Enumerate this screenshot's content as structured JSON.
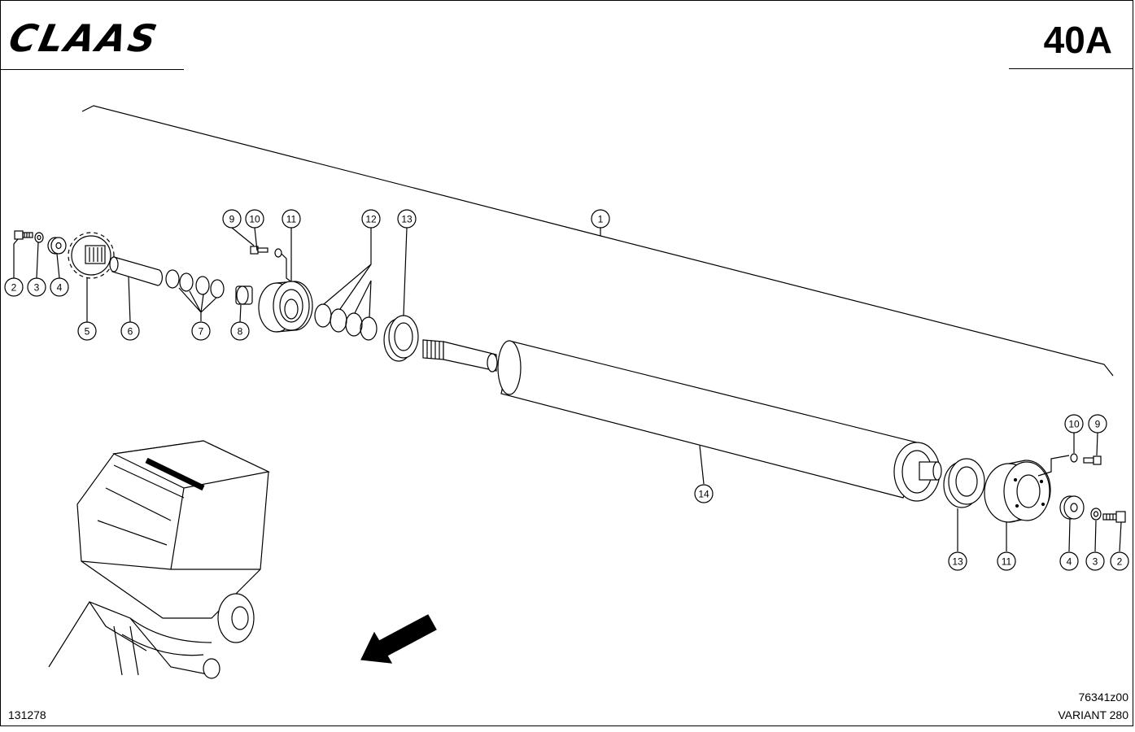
{
  "header": {
    "brand": "CLAAS",
    "page_code": "40A"
  },
  "footer": {
    "doc_number": "131278",
    "figure_code": "76341z00",
    "variant": "VARIANT 280"
  },
  "callouts": [
    "1",
    "2",
    "3",
    "4",
    "5",
    "6",
    "7",
    "8",
    "9",
    "10",
    "11",
    "12",
    "13",
    "14"
  ]
}
